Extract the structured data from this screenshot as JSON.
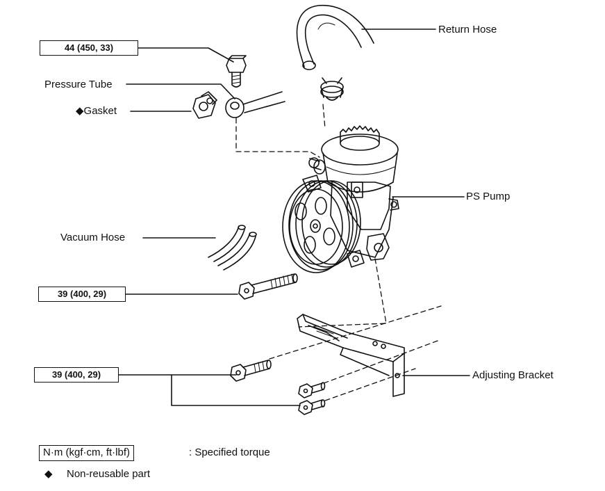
{
  "labels": {
    "return_hose": "Return Hose",
    "pressure_tube": "Pressure Tube",
    "gasket": "Gasket",
    "ps_pump": "PS Pump",
    "vacuum_hose": "Vacuum Hose",
    "adjusting_bracket": "Adjusting Bracket"
  },
  "torque_specs": {
    "union_bolt": "44 (450, 33)",
    "pump_bolt": "39 (400, 29)",
    "bracket_bolts": "39 (400, 29)"
  },
  "legend": {
    "torque_unit": "N·m (kgf·cm, ft·lbf)",
    "torque_desc": ":  Specified torque",
    "nonreusable_symbol": "◆",
    "nonreusable_desc": "Non-reusable part"
  },
  "gasket_marker": "◆"
}
